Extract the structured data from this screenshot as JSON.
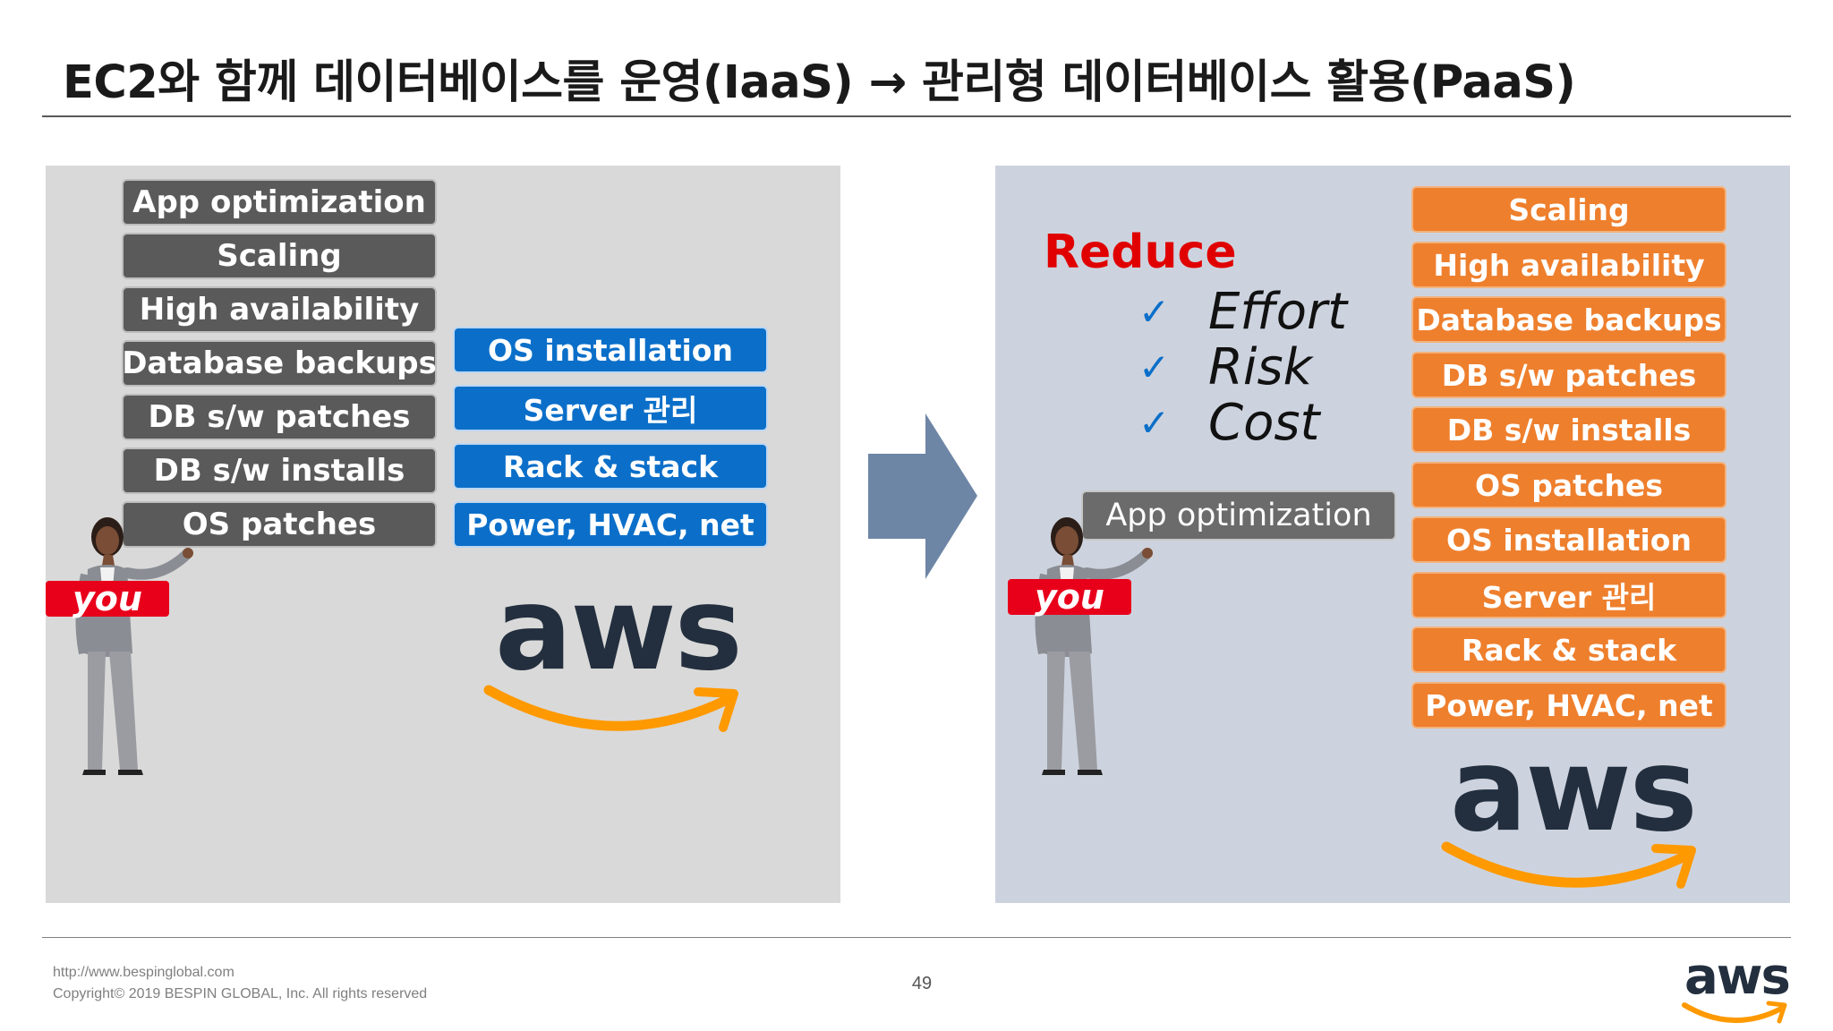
{
  "title": "EC2와 함께 데이터베이스를 운영(IaaS) → 관리형 데이터베이스 활용(PaaS)",
  "left_panel": {
    "you_stack": [
      "App optimization",
      "Scaling",
      "High availability",
      "Database backups",
      "DB s/w patches",
      "DB s/w installs",
      "OS patches"
    ],
    "aws_stack": [
      "OS installation",
      "Server 관리",
      "Rack & stack",
      "Power, HVAC, net"
    ],
    "you_label": "you",
    "aws_logo_text": "aws"
  },
  "right_panel": {
    "reduce_label": "Reduce",
    "reduce_items": [
      "Effort",
      "Risk",
      "Cost"
    ],
    "check_glyph": "✓",
    "you_stack": [
      "App optimization"
    ],
    "aws_stack": [
      "Scaling",
      "High availability",
      "Database backups",
      "DB s/w patches",
      "DB s/w installs",
      "OS patches",
      "OS installation",
      "Server 관리",
      "Rack & stack",
      "Power, HVAC, net"
    ],
    "you_label": "you",
    "aws_logo_text": "aws"
  },
  "footer": {
    "url": "http://www.bespinglobal.com",
    "copyright": "Copyright© 2019 BESPIN GLOBAL, Inc. All rights reserved",
    "page_number": "49",
    "logo_text": "aws"
  },
  "colors": {
    "gray_box": "#5a5a5a",
    "blue_box": "#0b6fc9",
    "orange_box": "#ee7f2d",
    "aws_smile": "#ff9900",
    "reduce": "#e00000",
    "arrow": "#6e86a6"
  },
  "icons": [
    "check-icon",
    "right-arrow-icon",
    "person-icon",
    "aws-smile-icon"
  ]
}
